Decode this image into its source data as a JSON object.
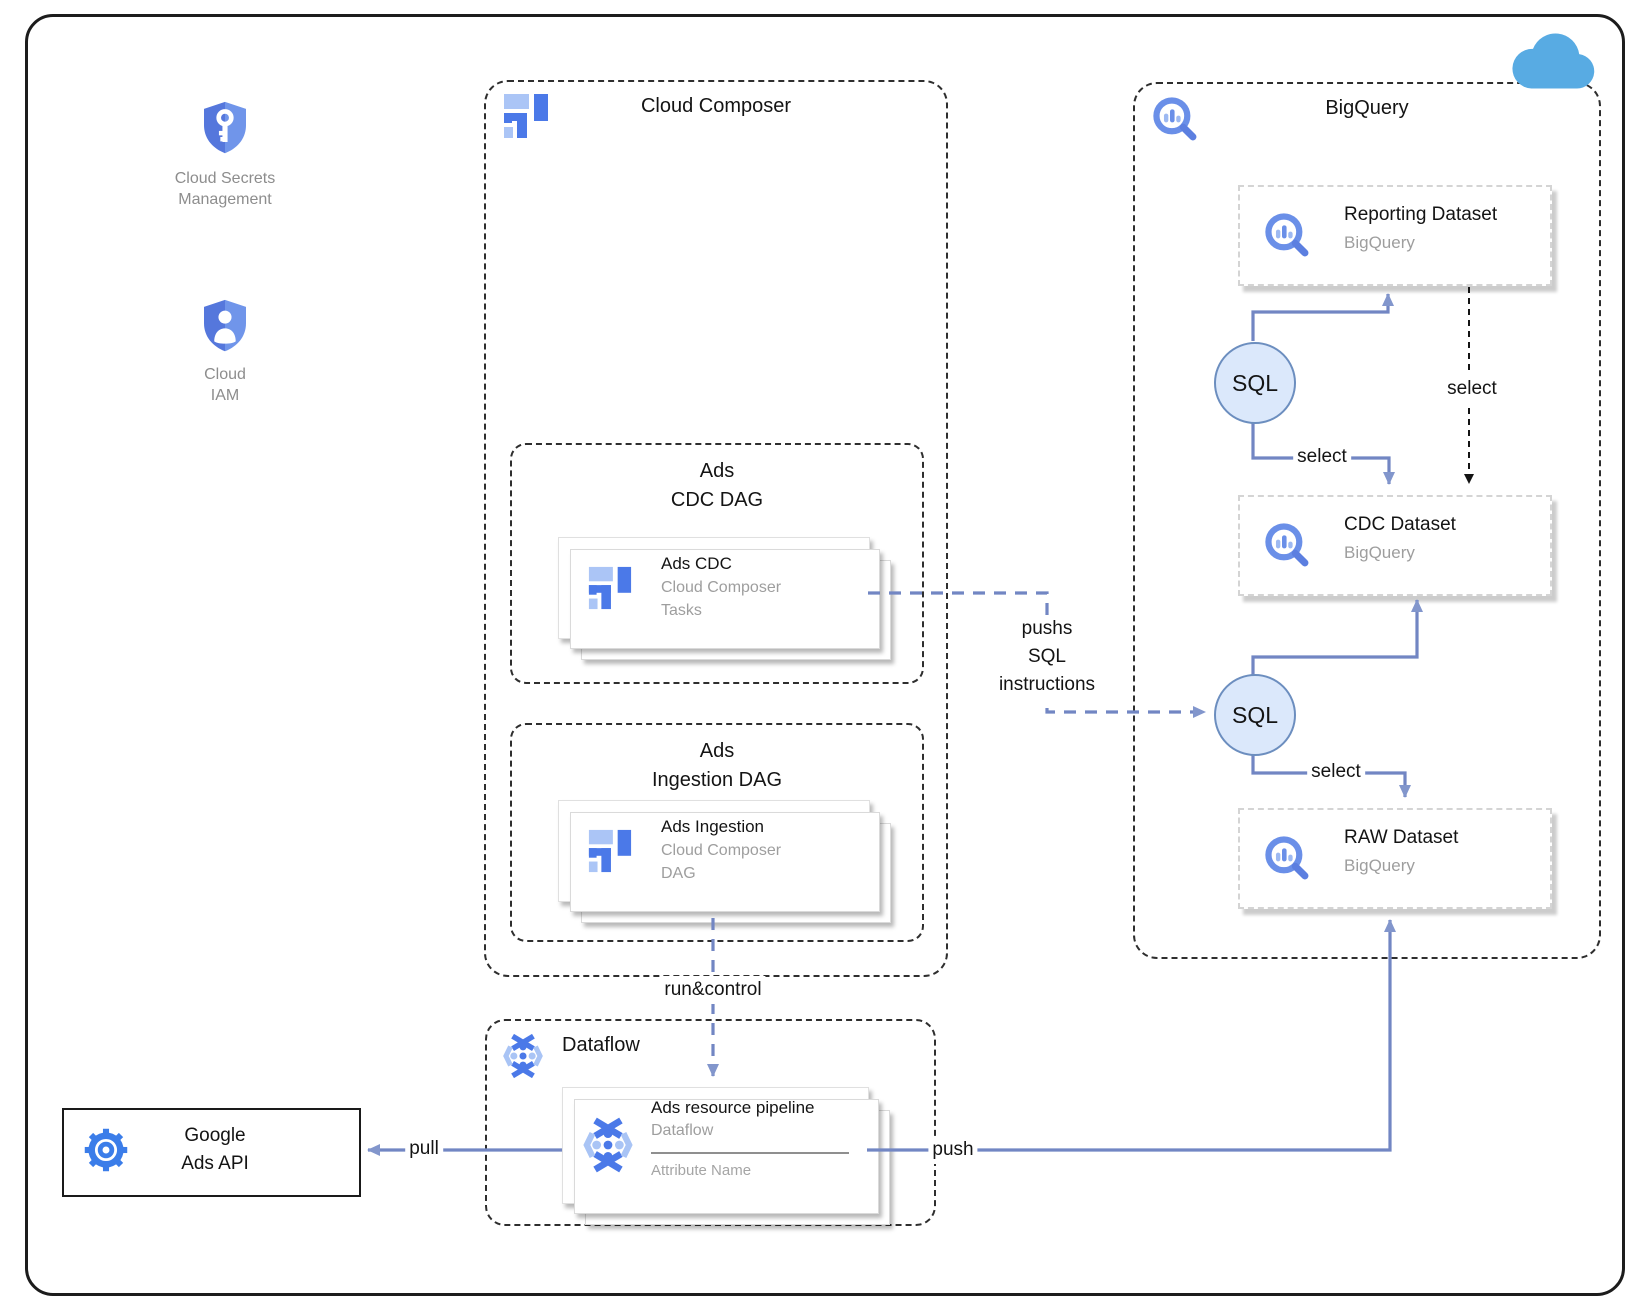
{
  "colors": {
    "arrow_blue": "#7286c3",
    "icon_blue": "#4b79e8",
    "icon_blue_light": "#abc5f6",
    "sql_fill": "#dbe8fb",
    "sql_border": "#6c8ebf",
    "cloud_blue": "#58abe3",
    "gray_text": "#9e9e9e"
  },
  "standalone": {
    "secrets": {
      "label_line1": "Cloud Secrets",
      "label_line2": "Management"
    },
    "iam": {
      "label_line1": "Cloud",
      "label_line2": "IAM"
    }
  },
  "composer": {
    "title": "Cloud Composer",
    "cdc_dag": {
      "title_line1": "Ads",
      "title_line2": "CDC DAG",
      "card": {
        "title": "Ads CDC",
        "subtitle": "Cloud Composer",
        "subtitle2": "Tasks"
      }
    },
    "ingestion_dag": {
      "title_line1": "Ads",
      "title_line2": "Ingestion DAG",
      "card": {
        "title": "Ads Ingestion",
        "subtitle": "Cloud Composer",
        "subtitle2": "DAG"
      }
    }
  },
  "bigquery": {
    "title": "BigQuery",
    "datasets": [
      {
        "title": "Reporting Dataset",
        "subtitle": "BigQuery"
      },
      {
        "title": "CDC Dataset",
        "subtitle": "BigQuery"
      },
      {
        "title": "RAW Dataset",
        "subtitle": "BigQuery"
      }
    ],
    "sql_nodes": [
      {
        "label": "SQL"
      },
      {
        "label": "SQL"
      }
    ]
  },
  "dataflow": {
    "title": "Dataflow",
    "card": {
      "title": "Ads resource pipeline",
      "subtitle": "Dataflow",
      "attribute": "Attribute Name"
    }
  },
  "ads_api": {
    "title_line1": "Google",
    "title_line2": "Ads API"
  },
  "edges": {
    "select_sql1_to_cdc": "select",
    "select_reporting_to_cdc": "select",
    "select_sql2_to_raw": "select",
    "push_sql_line1": "pushs",
    "push_sql_line2": "SQL",
    "push_sql_line3": "instructions",
    "run_control": "run&control",
    "pull": "pull",
    "push": "push"
  }
}
